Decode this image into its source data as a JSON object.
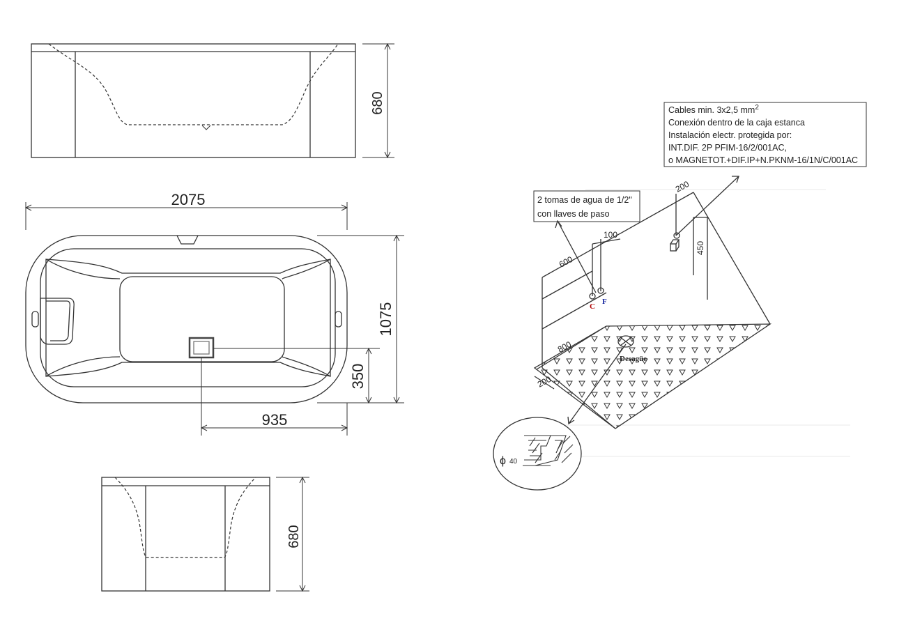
{
  "dimensions": {
    "side_height": "680",
    "length": "2075",
    "width": "1075",
    "drain_from_side": "350",
    "drain_from_end": "935",
    "end_height": "680"
  },
  "install": {
    "electric_note": {
      "line1": "Cables min. 3x2,5 mm",
      "line1_sup": "2",
      "line2": "Conexión dentro de la caja estanca",
      "line3": "Instalación electr. protegida por:",
      "line4": "INT.DIF. 2P PFIM-16/2/001AC,",
      "line5": "o MAGNETOT.+DIF.IP+N.PKNM-16/1N/C/001AC"
    },
    "water_note": {
      "line1": "2 tomas de agua de 1/2\"",
      "line2": "con llaves de paso"
    },
    "labels": {
      "d200_top": "200",
      "d450": "450",
      "d100": "100",
      "d600": "600",
      "d800": "800",
      "d200_bottom": "200",
      "hot": "C",
      "cold": "F",
      "drain": "Desagüe",
      "pipe_diameter": "40",
      "phi": "ϕ"
    }
  }
}
